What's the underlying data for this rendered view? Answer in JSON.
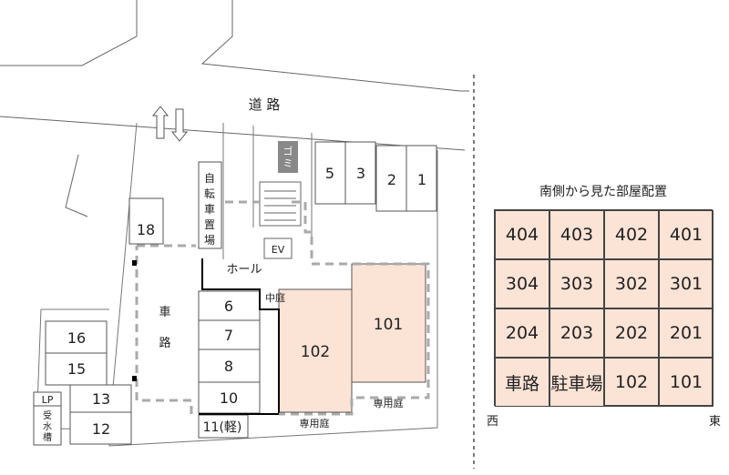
{
  "site_plan": {
    "road_label": "道 路",
    "garbage_label": "ゴミ",
    "bicycle_parking_label": "自転車置場",
    "ev_label": "EV",
    "hall_label": "ホール",
    "courtyard_label": "中庭",
    "driveway_label": "車路",
    "lp_label": "LP",
    "water_tank_label": "受水槽",
    "private_garden_label": "専用庭",
    "units": [
      "101",
      "102"
    ],
    "parking_top": [
      "5",
      "3",
      "2",
      "1"
    ],
    "parking_left": [
      "18",
      "16",
      "15",
      "13",
      "12"
    ],
    "parking_center": [
      "6",
      "7",
      "8",
      "10",
      "11(軽)"
    ]
  },
  "room_layout": {
    "title": "南側から見た部屋配置",
    "west_label": "西",
    "east_label": "東",
    "rows": [
      [
        "404",
        "403",
        "402",
        "401"
      ],
      [
        "304",
        "303",
        "302",
        "301"
      ],
      [
        "204",
        "203",
        "202",
        "201"
      ],
      [
        "車路",
        "駐車場",
        "102",
        "101"
      ]
    ]
  },
  "colors": {
    "unit_fill": "#fbe3d6",
    "line": "#555555",
    "dashed": "#aaaaaa"
  }
}
